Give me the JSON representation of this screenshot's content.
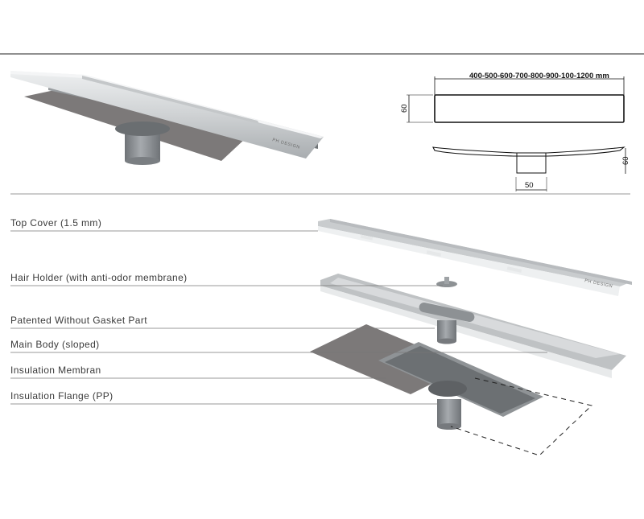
{
  "dimensions": {
    "lengths": "400-500-600-700-800-900-100-1200 mm",
    "height_label": "60",
    "depth_label": "60",
    "outlet_label": "50"
  },
  "brand_mark": "PH DESIGN",
  "callouts": [
    {
      "id": "top-cover",
      "label": "Top Cover (1.5 mm)"
    },
    {
      "id": "hair-holder",
      "label": "Hair Holder (with anti-odor membrane)"
    },
    {
      "id": "gasket-part",
      "label": "Patented Without Gasket Part"
    },
    {
      "id": "main-body",
      "label": "Main Body (sloped)"
    },
    {
      "id": "insulation-membran",
      "label": "Insulation Membran"
    },
    {
      "id": "insulation-flange",
      "label": "Insulation Flange (PP)"
    }
  ],
  "colors": {
    "membrane": "#7d7a7a",
    "steel_light": "#d9dbdc",
    "steel_mid": "#b9bcbe",
    "steel_dark": "#8c9093",
    "outlet": "#8e9296",
    "line": "#555555"
  }
}
